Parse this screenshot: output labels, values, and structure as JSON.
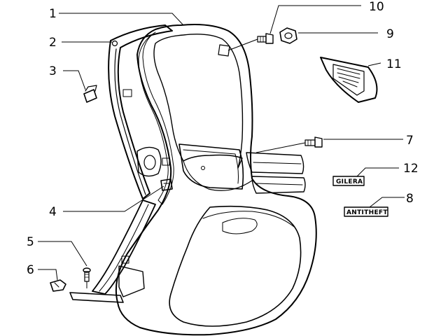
{
  "diagram": {
    "callouts": [
      {
        "id": "c1",
        "label": "1"
      },
      {
        "id": "c2",
        "label": "2"
      },
      {
        "id": "c3",
        "label": "3"
      },
      {
        "id": "c4",
        "label": "4"
      },
      {
        "id": "c5",
        "label": "5"
      },
      {
        "id": "c6",
        "label": "6"
      },
      {
        "id": "c7",
        "label": "7"
      },
      {
        "id": "c8",
        "label": "8"
      },
      {
        "id": "c9",
        "label": "9"
      },
      {
        "id": "c10",
        "label": "10"
      },
      {
        "id": "c11",
        "label": "11"
      },
      {
        "id": "c12",
        "label": "12"
      }
    ],
    "badges": {
      "gilera": "GILERA",
      "antitheft": "ANTITHEFT"
    },
    "colors": {
      "line": "#000000",
      "body_fill": "#dcdcdc",
      "background": "#ffffff"
    }
  }
}
